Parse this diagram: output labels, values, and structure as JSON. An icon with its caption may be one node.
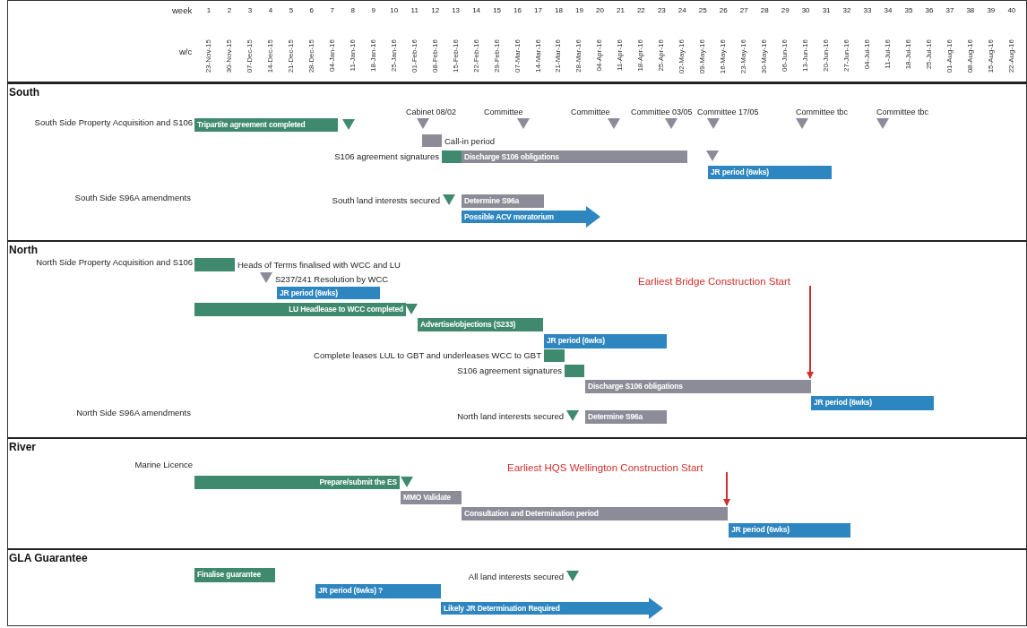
{
  "diagram": {
    "nodes": [
      {
        "text": [
          "South"
        ]
      },
      {
        "text": [
          "Tripartite agreement completed"
        ],
        "in": 0
      },
      {
        "text": [],
        "shape": "triangle",
        "in": 0
      },
      {
        "text": [],
        "shape": "triangle",
        "in": 0,
        "beside": [
          "Cabinet 08/02"
        ]
      },
      {
        "text": [],
        "shape": "triangle",
        "in": 0,
        "beside": [
          "Committee"
        ]
      },
      {
        "text": [],
        "shape": "triangle",
        "in": 0,
        "beside": [
          "Committee"
        ]
      },
      {
        "text": [],
        "shape": "triangle",
        "in": 0,
        "beside": [
          "Committee 03/05"
        ]
      },
      {
        "text": [],
        "shape": "triangle",
        "in": 0,
        "beside": [
          "Committee 17/05"
        ]
      },
      {
        "text": [],
        "shape": "triangle",
        "in": 0,
        "beside": [
          "Committee tbc"
        ]
      },
      {
        "text": [],
        "shape": "triangle",
        "in": 0,
        "beside": [
          "Committee tbc"
        ]
      },
      {
        "text": [],
        "shape": "bar",
        "in": 0,
        "beside": [
          "Call-in period"
        ]
      },
      {
        "text": [],
        "shape": "bar",
        "in": 0,
        "beside": [
          "S106 agreement signatures"
        ]
      },
      {
        "text": [
          "Discharge S106 obligations"
        ],
        "in": 0
      },
      {
        "text": [],
        "shape": "triangle",
        "in": 0
      },
      {
        "text": [
          "JR period (6wks)"
        ],
        "in": 0
      },
      {
        "text": [],
        "shape": "triangle",
        "in": 0,
        "beside": [
          "South land interests secured"
        ]
      },
      {
        "text": [
          "Determine S96a"
        ],
        "in": 0
      },
      {
        "text": [
          "Possible ACV moratorium"
        ],
        "in": 0
      },
      {
        "text": [
          "North"
        ]
      },
      {
        "text": [],
        "shape": "bar",
        "in": 18,
        "beside": [
          "Heads of Terms finalised with WCC and LU"
        ]
      },
      {
        "text": [],
        "shape": "triangle",
        "in": 18,
        "beside": [
          "S237/241 Resolution by WCC"
        ]
      },
      {
        "text": [
          "JR period (6wks)"
        ],
        "in": 18
      },
      {
        "text": [
          "LU Headlease to WCC completed"
        ],
        "in": 18
      },
      {
        "text": [],
        "shape": "triangle",
        "in": 18
      },
      {
        "text": [
          "Advertise/objections (S233)"
        ],
        "in": 18
      },
      {
        "text": [
          "JR period (6wks)"
        ],
        "in": 18
      },
      {
        "text": [],
        "shape": "bar",
        "in": 18,
        "beside": [
          "Complete leases LUL to GBT and underleases WCC to GBT"
        ]
      },
      {
        "text": [],
        "shape": "bar",
        "in": 18,
        "beside": [
          "S106 agreement signatures"
        ]
      },
      {
        "text": [
          "Discharge S106 obligations"
        ],
        "in": 18
      },
      {
        "text": [
          "JR period (6wks)"
        ],
        "in": 18
      },
      {
        "text": [],
        "shape": "triangle",
        "in": 18,
        "beside": [
          "North land interests secured"
        ]
      },
      {
        "text": [
          "Determine S96a"
        ],
        "in": 18
      },
      {
        "text": [
          "Earliest Bridge Construction Start"
        ],
        "in": 18
      },
      {
        "text": [
          "River"
        ]
      },
      {
        "text": [
          "Prepare/submit the ES"
        ],
        "in": 33
      },
      {
        "text": [],
        "shape": "triangle",
        "in": 33
      },
      {
        "text": [
          "MMO Validate"
        ],
        "in": 33
      },
      {
        "text": [
          "Consultation and Determination period"
        ],
        "in": 33
      },
      {
        "text": [
          "JR period (6wks)"
        ],
        "in": 33
      },
      {
        "text": [
          "Earliest HQS Wellington Construction Start"
        ],
        "in": 33
      },
      {
        "text": [
          "GLA Guarantee"
        ]
      },
      {
        "text": [
          "Finalise guarantee"
        ],
        "in": 40
      },
      {
        "text": [],
        "shape": "triangle",
        "in": 40,
        "beside": [
          "All land interests secured"
        ]
      },
      {
        "text": [
          "JR period (6wks) ?"
        ],
        "in": 40
      },
      {
        "text": [
          "Likely JR Determination Required"
        ],
        "in": 40
      }
    ],
    "edges": [
      {
        "from": 32,
        "to": 28,
        "arrow": "to",
        "color": "#d0302c"
      },
      {
        "from": 39,
        "to": 37,
        "arrow": "to",
        "color": "#d0302c"
      }
    ],
    "labels": [
      "week",
      "1",
      "2",
      "3",
      "4",
      "5",
      "6",
      "7",
      "8",
      "9",
      "10",
      "11",
      "12",
      "13",
      "14",
      "15",
      "16",
      "17",
      "18",
      "19",
      "20",
      "21",
      "22",
      "23",
      "24",
      "25",
      "26",
      "27",
      "28",
      "29",
      "30",
      "31",
      "32",
      "33",
      "34",
      "35",
      "36",
      "37",
      "38",
      "39",
      "40",
      "w/c",
      "23-Nov-15",
      "30-Nov-15",
      "07-Dec-15",
      "14-Dec-15",
      "21-Dec-15",
      "28-Dec-15",
      "04-Jan-16",
      "11-Jan-16",
      "18-Jan-16",
      "25-Jan-16",
      "01-Feb-16",
      "08-Feb-16",
      "15-Feb-16",
      "22-Feb-16",
      "29-Feb-16",
      "07-Mar-16",
      "14-Mar-16",
      "21-Mar-16",
      "28-Mar-16",
      "04-Apr-16",
      "11-Apr-16",
      "18-Apr-16",
      "25-Apr-16",
      "02-May-16",
      "09-May-16",
      "16-May-16",
      "23-May-16",
      "30-May-16",
      "06-Jun-16",
      "13-Jun-16",
      "20-Jun-16",
      "27-Jun-16",
      "04-Jul-16",
      "11-Jul-16",
      "18-Jul-16",
      "25-Jul-16",
      "01-Aug-16",
      "08-Aug-16",
      "15-Aug-16",
      "22-Aug-16",
      "South Side Property Acquisition and S106",
      "South Side S96A amendments",
      "North Side Property Acquisition and S106",
      "North Side S96A amendments",
      "Marine Licence"
    ]
  }
}
